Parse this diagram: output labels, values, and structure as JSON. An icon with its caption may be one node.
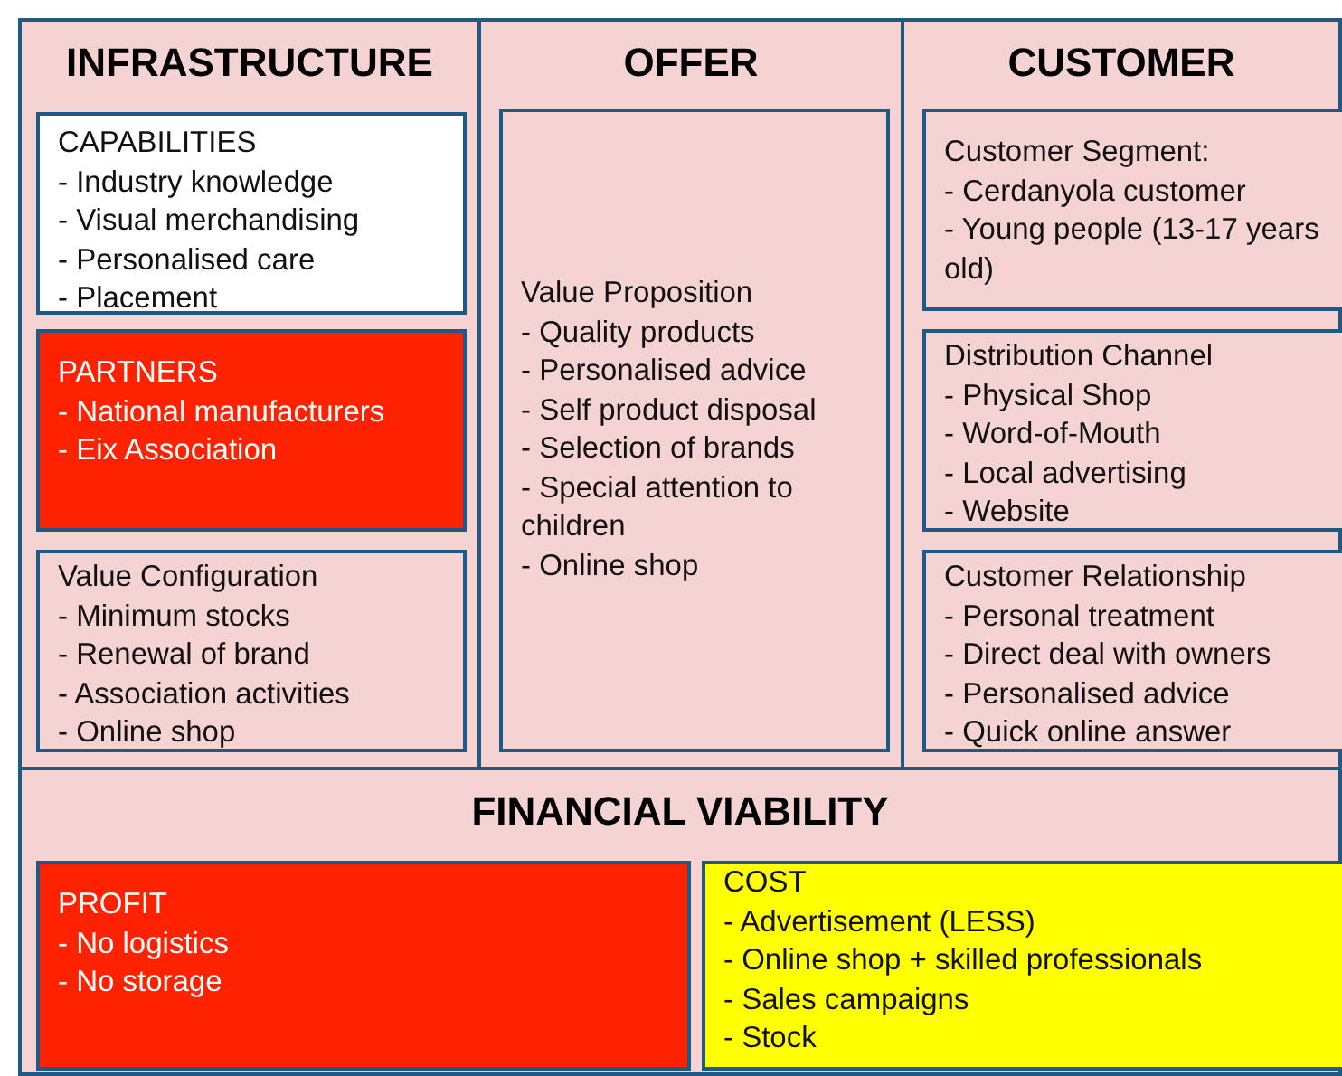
{
  "diagram": {
    "nodes": [
      {
        "text": [
          "INFRASTRUCTURE"
        ]
      },
      {
        "text": [
          "CAPABILITIES",
          "- Industry knowledge",
          "- Visual merchandising",
          "- Personalised care",
          "- Placement"
        ],
        "in": 0
      },
      {
        "text": [
          "PARTNERS",
          "- National manufacturers",
          "- Eix Association"
        ],
        "in": 0
      },
      {
        "text": [
          "Value Configuration",
          "- Minimum stocks",
          "- Renewal of brand",
          "- Association activities",
          "- Online shop"
        ],
        "in": 0
      },
      {
        "text": [
          "OFFER"
        ]
      },
      {
        "text": [
          "Value Proposition",
          "- Quality products",
          "- Personalised advice",
          "- Self product disposal",
          "- Selection of brands",
          "- Special attention to children",
          "- Online shop"
        ],
        "in": 4
      },
      {
        "text": [
          "CUSTOMER"
        ]
      },
      {
        "text": [
          "Customer Segment:",
          "- Cerdanyola customer",
          "- Young people (13-17 years old)"
        ],
        "in": 6
      },
      {
        "text": [
          "Distribution Channel",
          "- Physical Shop",
          "- Word-of-Mouth",
          "- Local advertising",
          "- Website"
        ],
        "in": 6
      },
      {
        "text": [
          "Customer Relationship",
          "- Personal treatment",
          "- Direct deal with owners",
          "- Personalised advice",
          "- Quick online answer"
        ],
        "in": 6
      },
      {
        "text": [
          "FINANCIAL VIABILITY"
        ]
      },
      {
        "text": [
          "PROFIT",
          "- No logistics",
          "- No storage"
        ],
        "in": 10
      },
      {
        "text": [
          "COST",
          "- Advertisement (LESS)",
          "- Online shop + skilled professionals",
          "- Sales campaigns",
          "- Stock"
        ],
        "in": 10
      }
    ]
  }
}
